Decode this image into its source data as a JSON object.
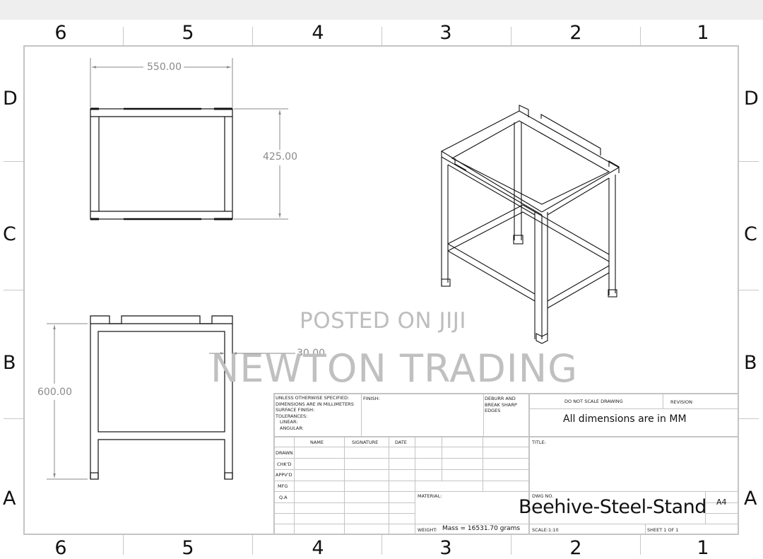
{
  "sheet": {
    "column_zones": [
      "6",
      "5",
      "4",
      "3",
      "2",
      "1"
    ],
    "row_zones": [
      "D",
      "C",
      "B",
      "A"
    ],
    "colors": {
      "border": "#c4c4c4",
      "line": "#111111",
      "dimension": "#8a8a8a",
      "watermark": "#bdbdbd",
      "topbar": "#eeeeee"
    }
  },
  "views": {
    "top_view": {
      "width_dim": "550.00",
      "depth_dim": "425.00"
    },
    "front_view": {
      "height_dim": "600.00",
      "tube_dim": "30.00"
    },
    "isometric_view": {
      "label": "isometric"
    }
  },
  "watermark": {
    "line1": "POSTED ON JIJI",
    "line2": "NEWTON TRADING"
  },
  "title_block": {
    "notes": [
      "UNLESS OTHERWISE SPECIFIED:",
      "DIMENSIONS ARE IN MILLIMETERS",
      "SURFACE FINISH:",
      "TOLERANCES:",
      "   LINEAR:",
      "   ANGULAR:"
    ],
    "finish_label": "FINISH:",
    "deburr": [
      "DEBURR AND",
      "BREAK SHARP",
      "EDGES"
    ],
    "do_not_scale": "DO NOT SCALE DRAWING",
    "revision_label": "REVISION",
    "dimensions_note": "All dimensions are in MM",
    "sign_headers": [
      "NAME",
      "SIGNATURE",
      "DATE"
    ],
    "sign_rows": [
      "DRAWN",
      "CHK'D",
      "APPV'D",
      "MFG",
      "Q.A"
    ],
    "title_label": "TITLE:",
    "material_label": "MATERIAL:",
    "dwg_no_label": "DWG NO.",
    "dwg_no": "Beehive-Steel-Stand",
    "size": "A4",
    "weight_label": "WEIGHT:",
    "weight_value": "Mass = 16531.70 grams",
    "scale": "SCALE:1:10",
    "sheet": "SHEET 1 OF 1"
  }
}
